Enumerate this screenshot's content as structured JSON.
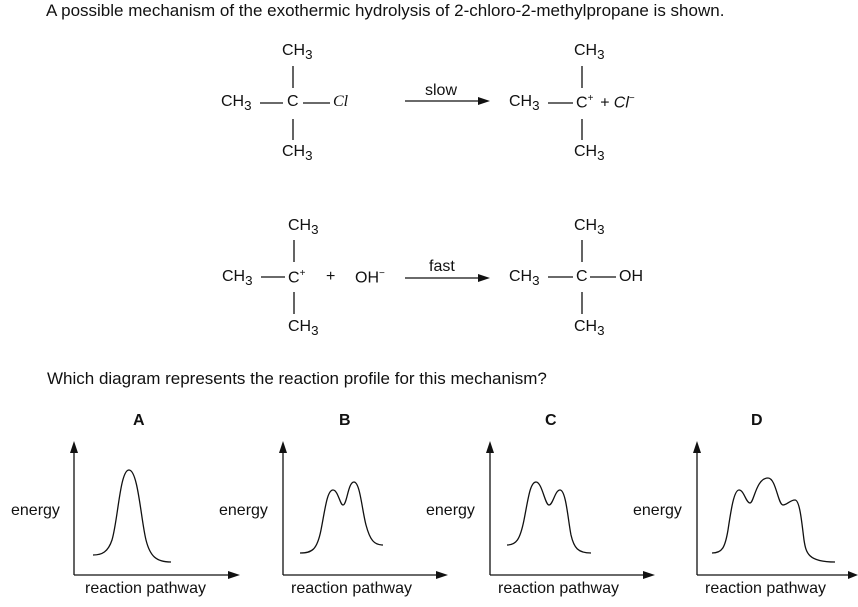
{
  "question": {
    "intro": "A possible mechanism of the exothermic hydrolysis of 2-chloro-2-methylpropane is shown.",
    "prompt": "Which diagram represents the reaction profile for this mechanism?"
  },
  "step1": {
    "reactant": {
      "top": "CH",
      "top_sub": "3",
      "left": "CH",
      "left_sub": "3",
      "center": "C",
      "right": "Cl",
      "bottom": "CH",
      "bottom_sub": "3"
    },
    "arrow_label": "slow",
    "product": {
      "top": "CH",
      "top_sub": "3",
      "left": "CH",
      "left_sub": "3",
      "center": "C",
      "center_sup": "+",
      "extra": "+ Cl",
      "extra_sup": "−",
      "bottom": "CH",
      "bottom_sub": "3"
    }
  },
  "step2": {
    "reactant": {
      "top": "CH",
      "top_sub": "3",
      "left": "CH",
      "left_sub": "3",
      "center": "C",
      "center_sup": "+",
      "plus": "+",
      "oh": "OH",
      "oh_sup": "−",
      "bottom": "CH",
      "bottom_sub": "3"
    },
    "arrow_label": "fast",
    "product": {
      "top": "CH",
      "top_sub": "3",
      "left": "CH",
      "left_sub": "3",
      "center": "C",
      "right": "OH",
      "bottom": "CH",
      "bottom_sub": "3"
    }
  },
  "options": [
    {
      "letter": "A",
      "ylabel": "energy",
      "xlabel": "reaction pathway",
      "curve": "single peak"
    },
    {
      "letter": "B",
      "ylabel": "energy",
      "xlabel": "reaction pathway",
      "curve": "two peaks, second higher"
    },
    {
      "letter": "C",
      "ylabel": "energy",
      "xlabel": "reaction pathway",
      "curve": "two peaks, first higher"
    },
    {
      "letter": "D",
      "ylabel": "energy",
      "xlabel": "reaction pathway",
      "curve": "three peaks, middle highest"
    }
  ]
}
